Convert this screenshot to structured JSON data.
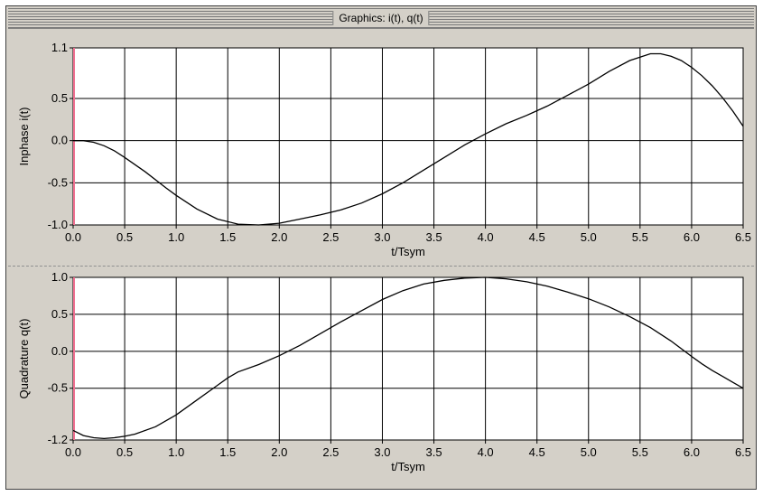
{
  "window": {
    "title": "Graphics: i(t), q(t)"
  },
  "chart_data": [
    {
      "type": "line",
      "xlabel": "t/Tsym",
      "ylabel": "Inphase i(t)",
      "xlim": [
        0,
        6.5
      ],
      "ylim": [
        -1.0,
        1.1
      ],
      "xticks": [
        "0.0",
        "0.5",
        "1.0",
        "1.5",
        "2.0",
        "2.5",
        "3.0",
        "3.5",
        "4.0",
        "4.5",
        "5.0",
        "5.5",
        "6.0",
        "6.5"
      ],
      "yticks": [
        {
          "v": 1.1,
          "label": "1.1"
        },
        {
          "v": 0.5,
          "label": "0.5"
        },
        {
          "v": 0.0,
          "label": "0.0"
        },
        {
          "v": -0.5,
          "label": "-0.5"
        },
        {
          "v": -1.0,
          "label": "-1.0"
        }
      ],
      "grid": true,
      "color": "#000000",
      "x": [
        0.0,
        0.1,
        0.2,
        0.3,
        0.4,
        0.5,
        0.7,
        0.9,
        1.0,
        1.2,
        1.4,
        1.6,
        1.8,
        2.0,
        2.2,
        2.4,
        2.6,
        2.8,
        3.0,
        3.2,
        3.4,
        3.6,
        3.8,
        4.0,
        4.2,
        4.4,
        4.6,
        4.8,
        5.0,
        5.2,
        5.4,
        5.6,
        5.7,
        5.8,
        5.9,
        6.0,
        6.1,
        6.2,
        6.3,
        6.4,
        6.5
      ],
      "y": [
        0.0,
        0.0,
        -0.02,
        -0.06,
        -0.12,
        -0.2,
        -0.37,
        -0.56,
        -0.65,
        -0.81,
        -0.93,
        -0.99,
        -1.0,
        -0.98,
        -0.93,
        -0.88,
        -0.82,
        -0.74,
        -0.63,
        -0.5,
        -0.35,
        -0.2,
        -0.05,
        0.08,
        0.2,
        0.3,
        0.41,
        0.54,
        0.67,
        0.82,
        0.95,
        1.03,
        1.03,
        1.0,
        0.95,
        0.87,
        0.77,
        0.65,
        0.51,
        0.35,
        0.17
      ]
    },
    {
      "type": "line",
      "xlabel": "t/Tsym",
      "ylabel": "Quadrature q(t)",
      "xlim": [
        0,
        6.5
      ],
      "ylim": [
        -1.2,
        1.0
      ],
      "xticks": [
        "0.0",
        "0.5",
        "1.0",
        "1.5",
        "2.0",
        "2.5",
        "3.0",
        "3.5",
        "4.0",
        "4.5",
        "5.0",
        "5.5",
        "6.0",
        "6.5"
      ],
      "yticks": [
        {
          "v": 1.0,
          "label": "1.0"
        },
        {
          "v": 0.5,
          "label": "0.5"
        },
        {
          "v": 0.0,
          "label": "0.0"
        },
        {
          "v": -0.5,
          "label": "-0.5"
        },
        {
          "v": -1.2,
          "label": "-1.2"
        }
      ],
      "grid": true,
      "color": "#000000",
      "x": [
        0.0,
        0.1,
        0.2,
        0.3,
        0.4,
        0.5,
        0.6,
        0.8,
        1.0,
        1.2,
        1.4,
        1.5,
        1.6,
        1.8,
        2.0,
        2.2,
        2.4,
        2.6,
        2.8,
        3.0,
        3.2,
        3.4,
        3.6,
        3.8,
        4.0,
        4.2,
        4.4,
        4.6,
        4.8,
        5.0,
        5.2,
        5.4,
        5.6,
        5.8,
        6.0,
        6.1,
        6.2,
        6.3,
        6.4,
        6.5
      ],
      "y": [
        -1.07,
        -1.14,
        -1.17,
        -1.18,
        -1.17,
        -1.15,
        -1.12,
        -1.02,
        -0.86,
        -0.66,
        -0.46,
        -0.36,
        -0.28,
        -0.18,
        -0.06,
        0.08,
        0.24,
        0.4,
        0.55,
        0.7,
        0.82,
        0.91,
        0.96,
        0.99,
        1.0,
        0.98,
        0.94,
        0.88,
        0.8,
        0.71,
        0.6,
        0.47,
        0.32,
        0.14,
        -0.07,
        -0.17,
        -0.26,
        -0.34,
        -0.42,
        -0.5
      ]
    }
  ]
}
